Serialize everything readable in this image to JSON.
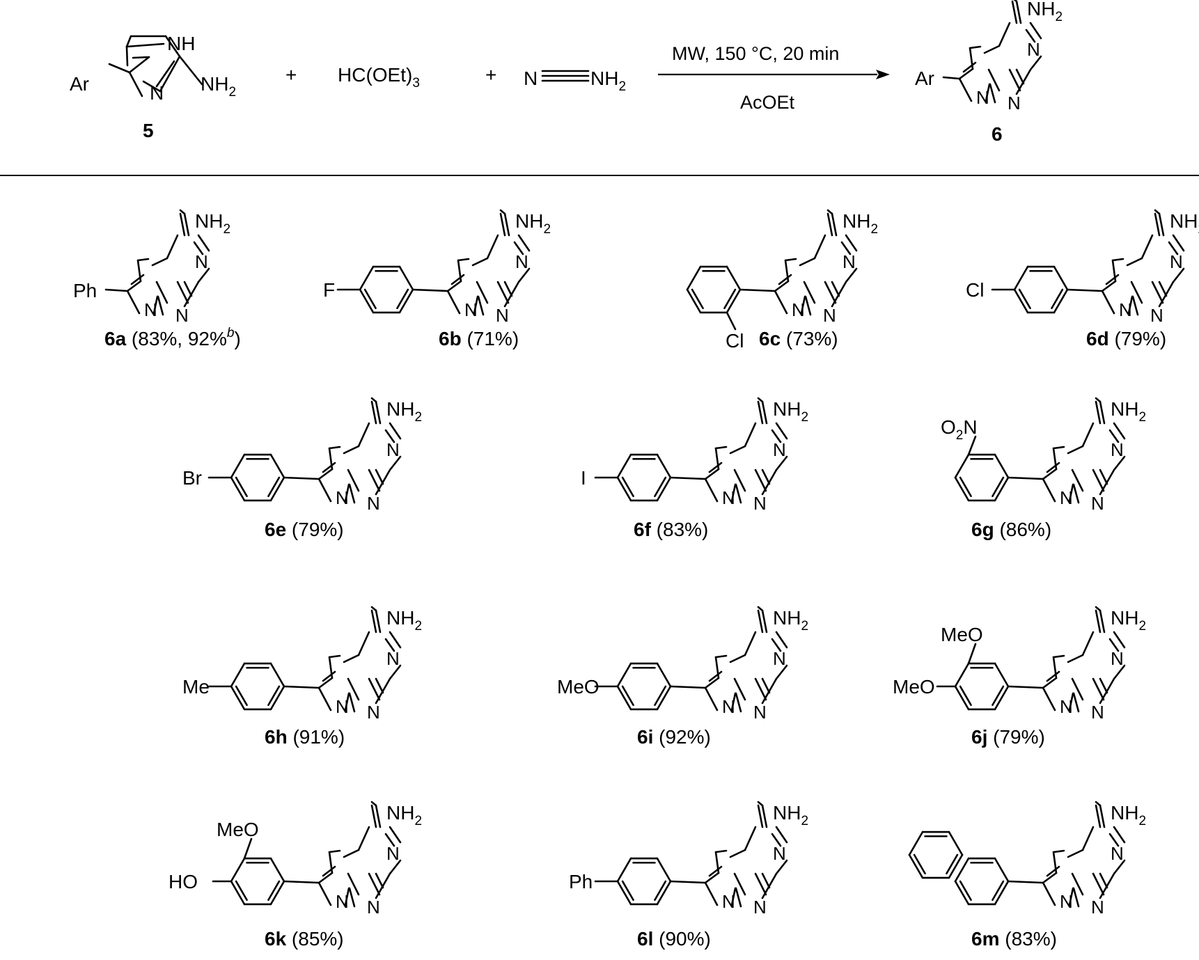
{
  "reaction": {
    "reagent_plus_1": "+",
    "reagent_plus_2": "+",
    "orthoformate": "HC(OEt)",
    "orthoformate_sub": "3",
    "cyanamide_n": "N",
    "cyanamide_nh": "NH",
    "cyanamide_sub": "2",
    "conditions_above": "MW, 150 °C, 20 min",
    "conditions_below": "AcOEt",
    "start_label": "5",
    "start_ar": "Ar",
    "start_nh": "NH",
    "start_n": "N",
    "start_nh2": "NH",
    "start_nh2_sub": "2",
    "product_label": "6",
    "product_ar": "Ar"
  },
  "atoms": {
    "n": "N",
    "nh": "NH",
    "sub2": "2"
  },
  "compounds": [
    {
      "label": "6a",
      "yield": " (83%, 92%",
      "sup": "b",
      "close": ")",
      "sub1": "Ph",
      "sub2": ""
    },
    {
      "label": "6b",
      "yield": " (71%)",
      "sub1": "F",
      "sub2": ""
    },
    {
      "label": "6c",
      "yield": " (73%)",
      "sub1": "Cl",
      "sub2": ""
    },
    {
      "label": "6d",
      "yield": " (79%)",
      "sub1": "Cl",
      "sub2": ""
    },
    {
      "label": "6e",
      "yield": " (79%)",
      "sub1": "Br",
      "sub2": ""
    },
    {
      "label": "6f",
      "yield": " (83%)",
      "sub1": "I",
      "sub2": ""
    },
    {
      "label": "6g",
      "yield": " (86%)",
      "sub1": "O",
      "sub1b": "2",
      "sub1c": "N",
      "sub2": ""
    },
    {
      "label": "6h",
      "yield": " (91%)",
      "sub1": "Me",
      "sub2": ""
    },
    {
      "label": "6i",
      "yield": " (92%)",
      "sub1": "MeO",
      "sub2": ""
    },
    {
      "label": "6j",
      "yield": " (79%)",
      "sub1": "MeO",
      "sub2": "MeO"
    },
    {
      "label": "6k",
      "yield": " (85%)",
      "sub1": "MeO",
      "sub2": "HO"
    },
    {
      "label": "6l",
      "yield": " (90%)",
      "sub1": "Ph",
      "sub2": ""
    },
    {
      "label": "6m",
      "yield": " (83%)",
      "sub1": "",
      "sub2": ""
    }
  ]
}
